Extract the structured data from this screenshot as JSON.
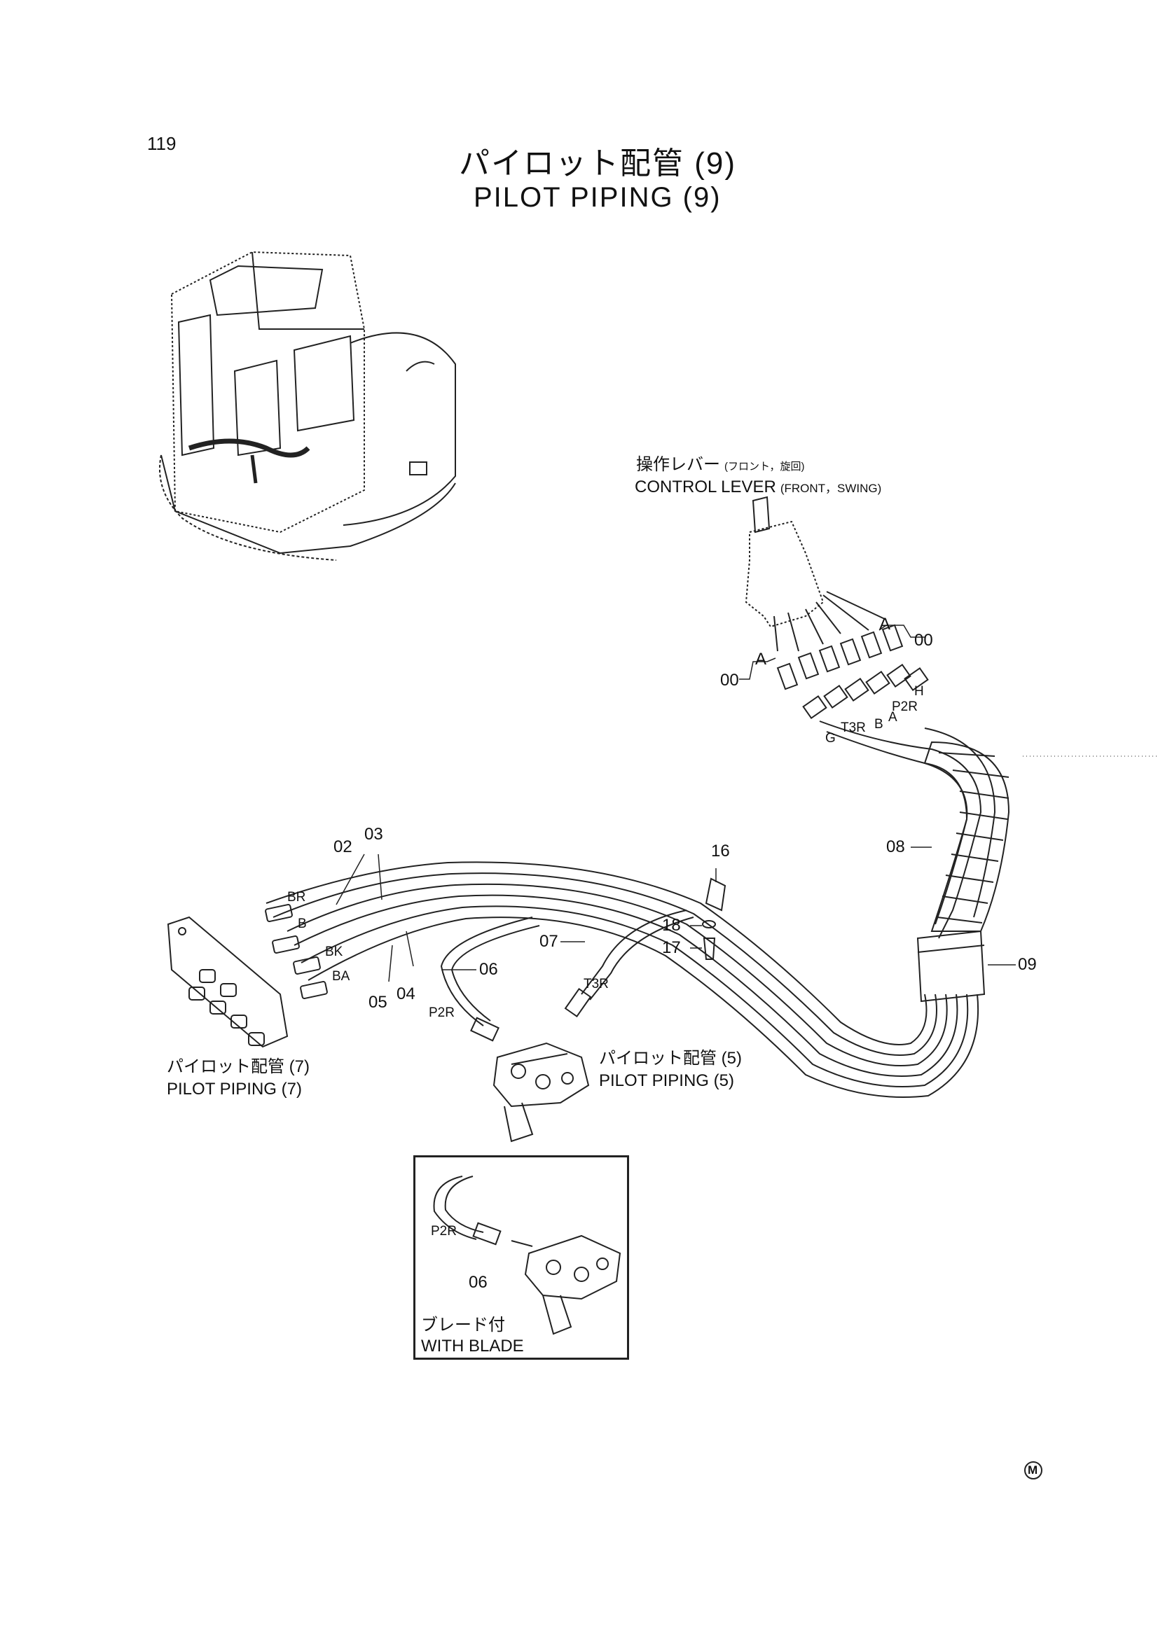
{
  "page": {
    "number": "119",
    "title_jp": "パイロット配管 (9)",
    "title_en": "PILOT PIPING (9)"
  },
  "control_lever": {
    "label_jp": "操作レバー",
    "label_jp_sub": "(フロント，旋回)",
    "label_en": "CONTROL LEVER",
    "label_en_sub": "(FRONT，SWING)"
  },
  "callouts": {
    "c00": "00",
    "c00b": "00",
    "c02": "02",
    "c03": "03",
    "c04": "04",
    "c05": "05",
    "c06": "06",
    "c07": "07",
    "c08": "08",
    "c09": "09",
    "c16": "16",
    "c17": "17",
    "c18": "18",
    "detailA1": "A",
    "detailA2": "A"
  },
  "port_labels": {
    "H": "H",
    "P2R": "P2R",
    "A": "A",
    "B": "B",
    "T3R": "T3R",
    "G": "G",
    "BR": "BR",
    "B2": "B",
    "BK": "BK",
    "BA": "BA",
    "P2R_valve": "P2R",
    "T3R_valve": "T3R"
  },
  "references": {
    "pp7_jp": "パイロット配管 (7)",
    "pp7_en": "PILOT PIPING (7)",
    "pp5_jp": "パイロット配管 (5)",
    "pp5_en": "PILOT PIPING (5)"
  },
  "inset": {
    "port": "P2R",
    "callout": "06",
    "label_jp": "ブレード付",
    "label_en": "WITH BLADE"
  },
  "mark": "M"
}
